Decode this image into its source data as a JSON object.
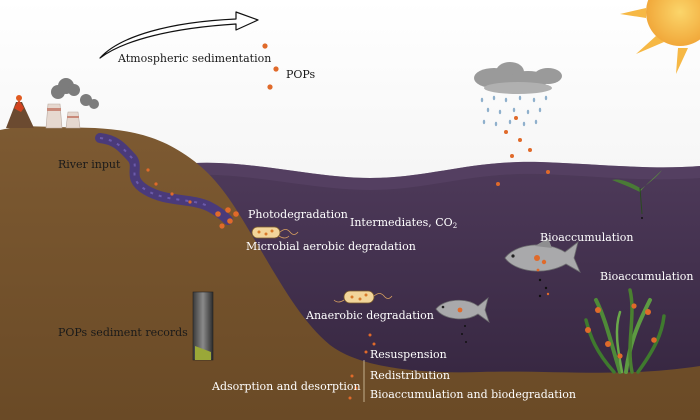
{
  "labels": {
    "atmospheric_sedimentation": "Atmospheric sedimentation",
    "pops": "POPs",
    "river_input": "River input",
    "photodegradation": "Photodegradation",
    "intermediates": "Intermediates, CO",
    "intermediates_subscript": "2",
    "microbial_aerobic": "Microbial aerobic degradation",
    "bioaccumulation_fish": "Bioaccumulation",
    "bioaccumulation_plant": "Bioaccumulation",
    "anaerobic": "Anaerobic degradation",
    "sediment_records": "POPs sediment records",
    "resuspension": "Resuspension",
    "redistribution": "Redistribution",
    "adsorption": "Adsorption and desorption",
    "bioaccum_biodeg": "Bioaccumulation and biodegradation"
  },
  "colors": {
    "land": "#7a5830",
    "land_dark": "#5e4020",
    "water": "#3b2a45",
    "water_top": "#4a3656",
    "river": "#4a3a7a",
    "pop_particle": "#e06a2a",
    "sky_fade": "#eeeeee",
    "sun": "#f6b845",
    "cloud": "#9a9a9a",
    "rain": "#8fb0cc"
  },
  "icons": [
    "volcano-icon",
    "factory-icon",
    "smoke-icon",
    "sun-icon",
    "cloud-icon",
    "rain-icon",
    "arrow-icon",
    "bacteria-icon",
    "fish-icon",
    "seaweed-icon",
    "sediment-core-icon"
  ]
}
